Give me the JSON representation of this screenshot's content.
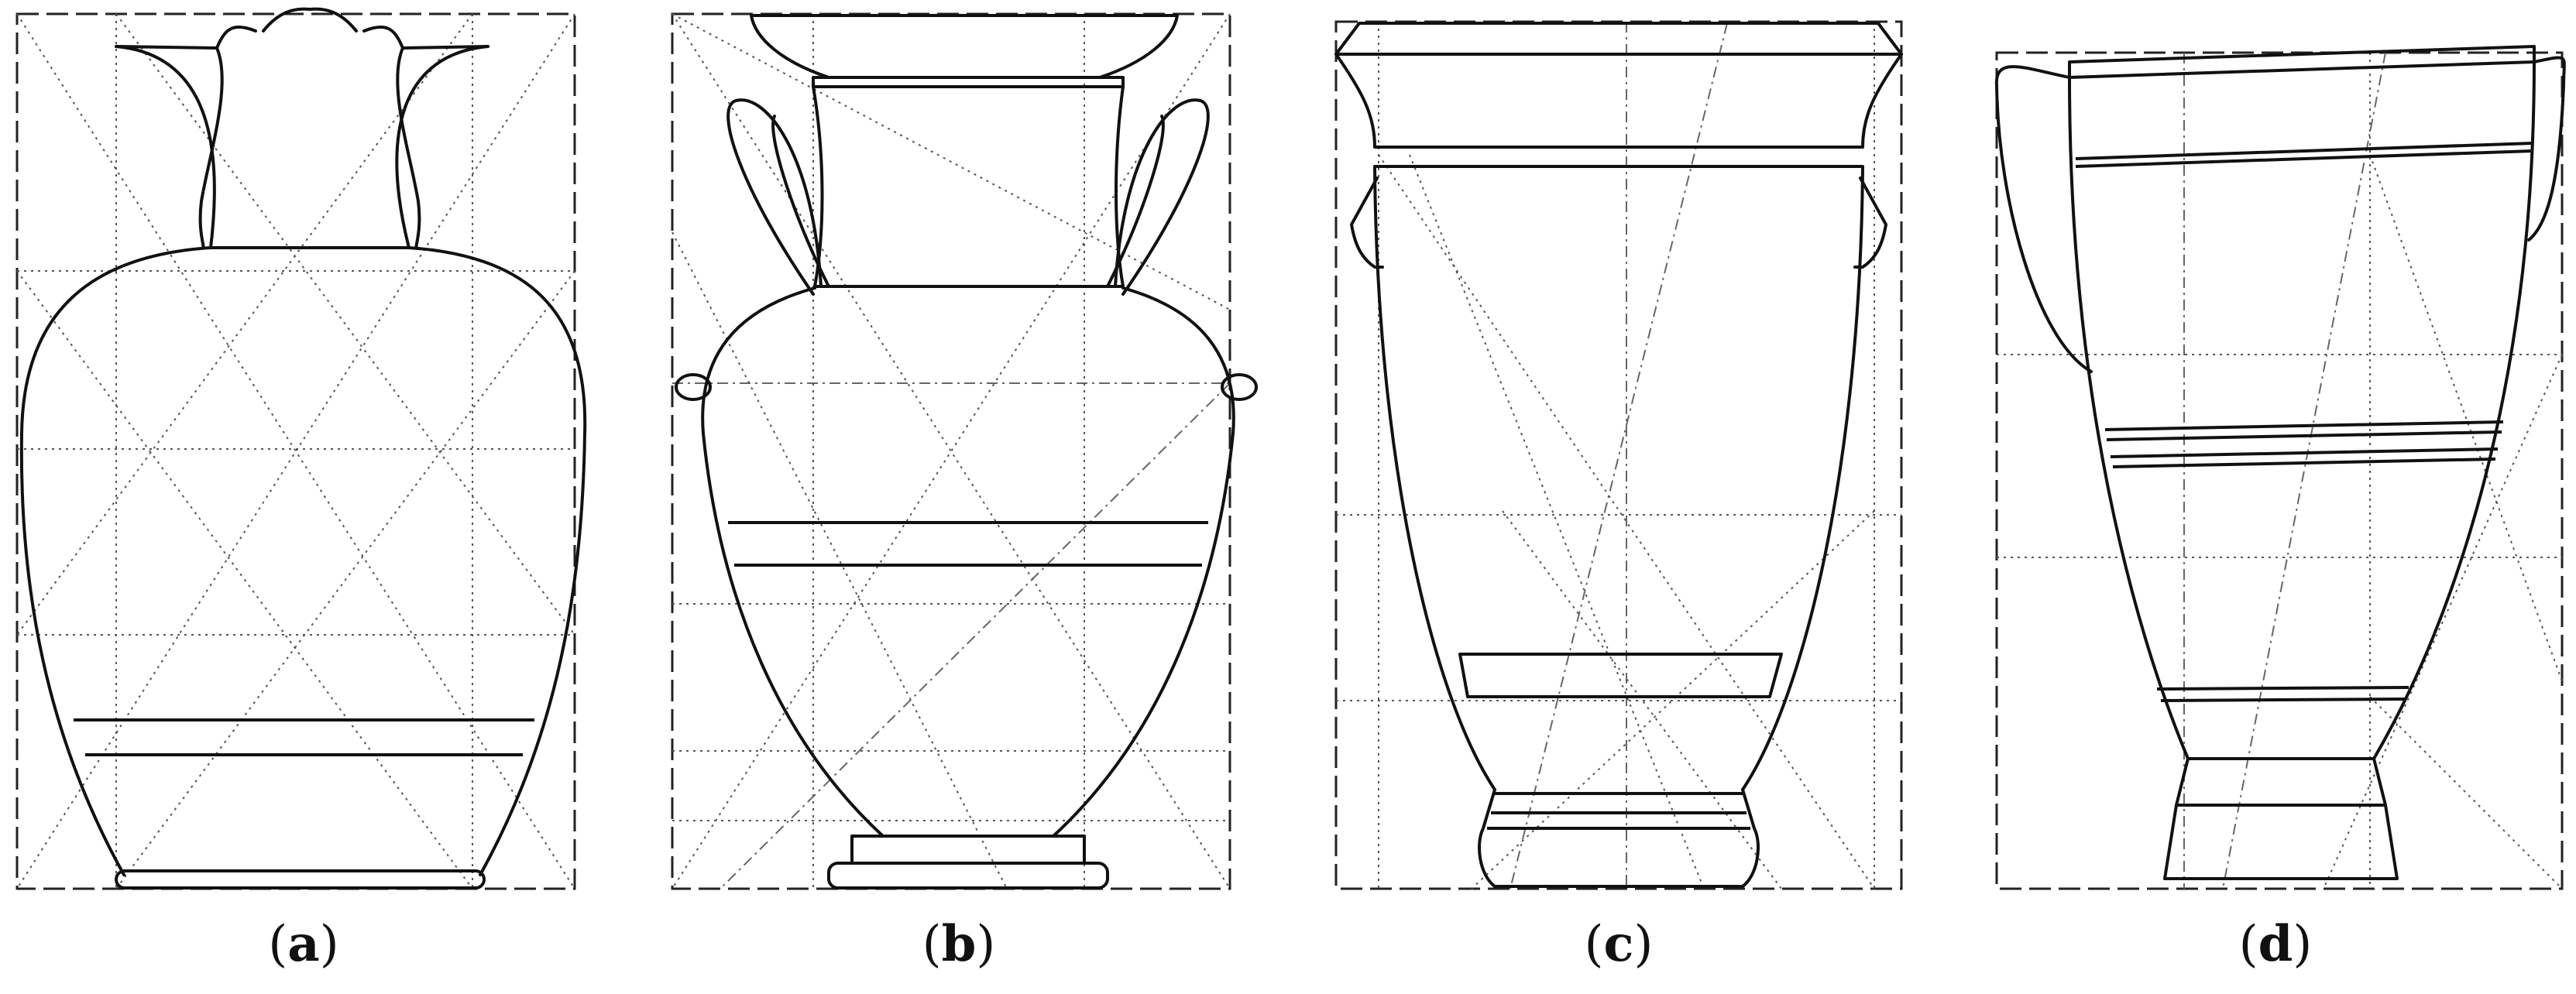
{
  "figure": {
    "panels": [
      {
        "id": "a",
        "label": "a"
      },
      {
        "id": "b",
        "label": "b"
      },
      {
        "id": "c",
        "label": "c"
      },
      {
        "id": "d",
        "label": "d"
      }
    ],
    "caption_open": "(",
    "caption_close": ")"
  }
}
